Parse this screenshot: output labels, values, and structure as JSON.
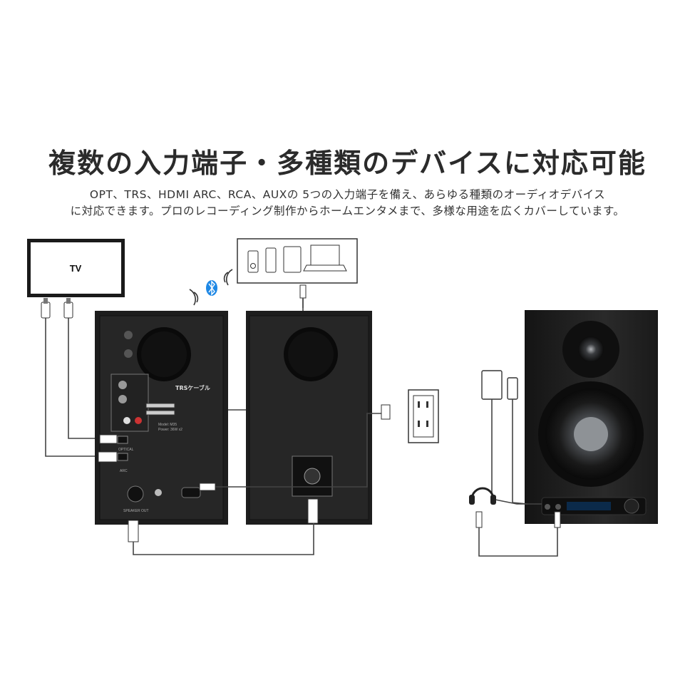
{
  "headline": "複数の入力端子・多種類のデバイスに対応可能",
  "description": {
    "line1": "OPT、TRS、HDMI ARC、RCA、AUXの 5つの入力端子を備え、あらゆる種類のオーディオデバイス",
    "line2": "に対応できます。プロのレコーディング制作からホームエンタメまで、多様な用途を広くカバーしています。"
  },
  "tv": {
    "label": "TV"
  },
  "cable": {
    "trs_label": "TRSケーブル"
  },
  "panel": {
    "model": "Model: M35",
    "power": "Power: 36W x2",
    "optical": "OPTICAL",
    "arc": "ARC",
    "speaker_out": "SPEAKER OUT"
  },
  "icons": {
    "bluetooth": "bluetooth-icon",
    "wifi": "signal-waves-icon",
    "outlet": "wall-outlet-icon",
    "headphones": "headphones-icon"
  },
  "colors": {
    "bluetooth": "#1e88e5",
    "speaker_body": "#1c1c1c",
    "cable": "#444444"
  }
}
